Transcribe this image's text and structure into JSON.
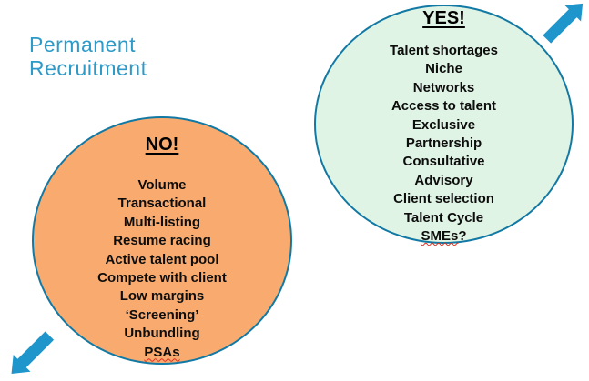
{
  "page": {
    "title": "Permanent Recruitment",
    "title_color": "#2D9AC8",
    "background_color": "#FFFFFF"
  },
  "no_circle": {
    "title": "NO!",
    "fill_color": "#F9AB6F",
    "border_color": "#1279A4",
    "items": [
      "Volume",
      "Transactional",
      "Multi-listing",
      "Resume racing",
      "Active talent pool",
      "Compete with client",
      "Low margins",
      "‘Screening’",
      "Unbundling",
      "PSAs"
    ],
    "spellcheck_flagged": [
      "PSAs"
    ]
  },
  "yes_circle": {
    "title": "YES!",
    "fill_color": "#DFF4E4",
    "border_color": "#1279A4",
    "items": [
      "Talent shortages",
      "Niche",
      "Networks",
      "Access to talent",
      "Exclusive",
      "Partnership",
      "Consultative",
      "Advisory",
      "Client selection",
      "Talent Cycle",
      "SMEs?"
    ],
    "spellcheck_flagged": [
      "SMEs?"
    ]
  },
  "arrows": {
    "color": "#1E95CB",
    "top_right": "up-right-arrow",
    "bottom_left": "down-left-arrow"
  }
}
